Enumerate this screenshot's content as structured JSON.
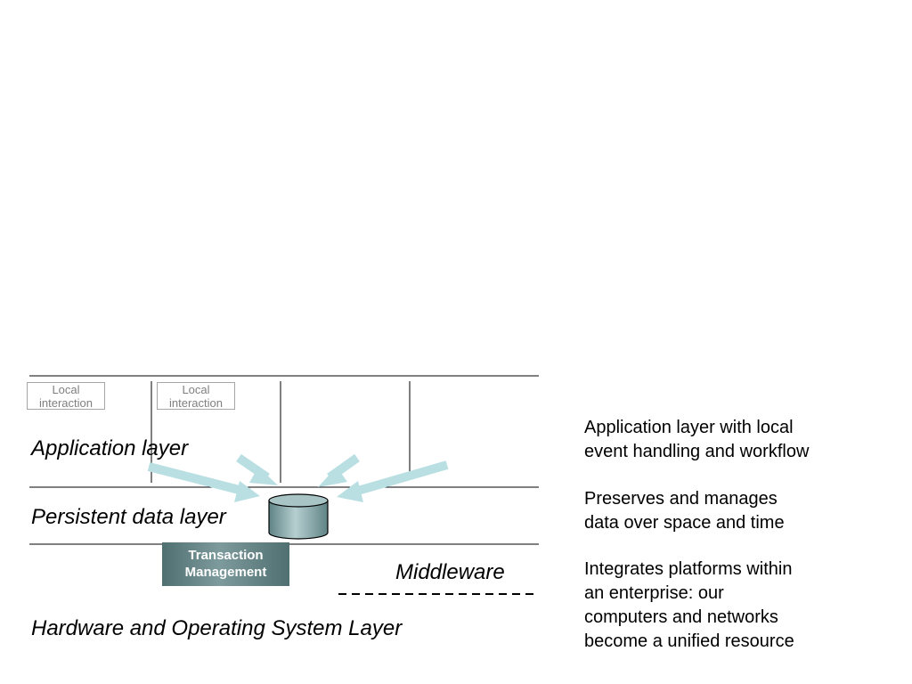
{
  "layers": {
    "application": "Application layer",
    "persistent": "Persistent data layer",
    "middleware": "Middleware",
    "hardware": "Hardware and Operating System Layer"
  },
  "local_interaction": {
    "box1": [
      "Local",
      "interaction"
    ],
    "box2": [
      "Local",
      "interaction"
    ]
  },
  "transaction": [
    "Transaction",
    "Management"
  ],
  "descriptions": {
    "application": [
      "Application layer with local",
      "event handling and workflow"
    ],
    "persistent": [
      "Preserves and manages",
      "data over space and time"
    ],
    "middleware": [
      "Integrates platforms within",
      "an enterprise: our",
      "computers and networks",
      "become a unified resource"
    ]
  },
  "colors": {
    "arrow": "#b9dfe2",
    "database": "#7fa3a5",
    "transaction_box": "#607f81"
  }
}
